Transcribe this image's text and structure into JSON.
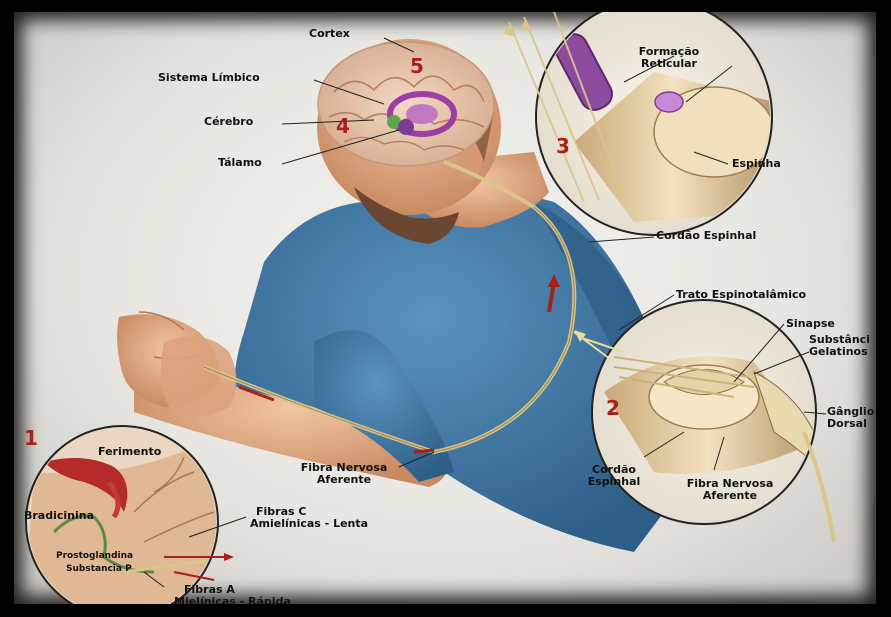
{
  "labels": {
    "cortex": "Cortex",
    "limbic": "Sistema Límbico",
    "cerebro": "Cérebro",
    "talamo": "Tálamo",
    "formacao_1": "Formação",
    "formacao_2": "Reticular",
    "espinha": "Espinha",
    "cordao_espinhal": "Cordão Espinhal",
    "trato": "Trato Espinotalâmico",
    "sinapse": "Sinapse",
    "substancia_1": "Substânci",
    "substancia_2": "Gelatinos",
    "ganglio_1": "Gânglio",
    "ganglio_2": "Dorsal",
    "cordao2_1": "Cordão",
    "cordao2_2": "Espinhal",
    "fibra2_1": "Fibra Nervosa",
    "fibra2_2": "Aferente",
    "fibra_1": "Fibra Nervosa",
    "fibra_2": "Aferente",
    "ferimento": "Ferimento",
    "bradicinina": "Bradicinina",
    "prostoglandina": "Prostoglandina",
    "substancia_p": "Substancia P",
    "fibrasc_1": "Fibras C",
    "fibrasc_2": "Amielínicas - Lenta",
    "fibrasa_1": "Fibras A",
    "fibrasa_2": "Mielínicas - Rápida"
  },
  "numbers": {
    "n1": "1",
    "n2": "2",
    "n3": "3",
    "n4": "4",
    "n5": "5"
  },
  "colors": {
    "frame": "#000000",
    "background": "#ecebe7",
    "shirt": "#3f78a6",
    "skin": "#e4b08a",
    "nerve": "#d8c68a",
    "number": "#a8201a",
    "brain_limbic": "#9b3fa0"
  }
}
